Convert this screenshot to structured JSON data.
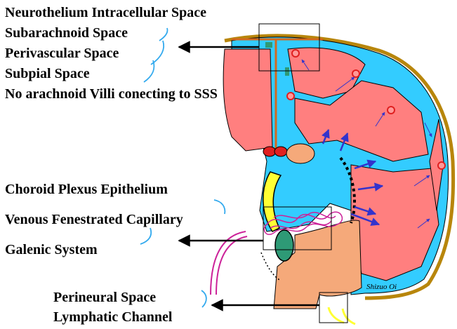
{
  "labels": {
    "top": [
      "Neurothelium Intracellular Space",
      "Subarachnoid Space",
      "Perivascular Space",
      "Subpial Space",
      "No arachnoid Villi conecting to SSS"
    ],
    "middle": [
      "Choroid Plexus Epithelium",
      "Venous Fenestrated Capillary",
      "Galenic System"
    ],
    "bottom": [
      "Perineural Space",
      "Lymphatic Channel"
    ]
  },
  "signature": "Shizuo Oi",
  "colors": {
    "csf": "#33ccff",
    "tissue": "#ff7f7f",
    "brainstem": "#f5a97a",
    "dura": "#b8860b",
    "plexus": "#cc2299",
    "flow": "#3333cc",
    "venous": "#e02020",
    "choroid": "#ffff33",
    "galenic": "#2e9a76"
  }
}
